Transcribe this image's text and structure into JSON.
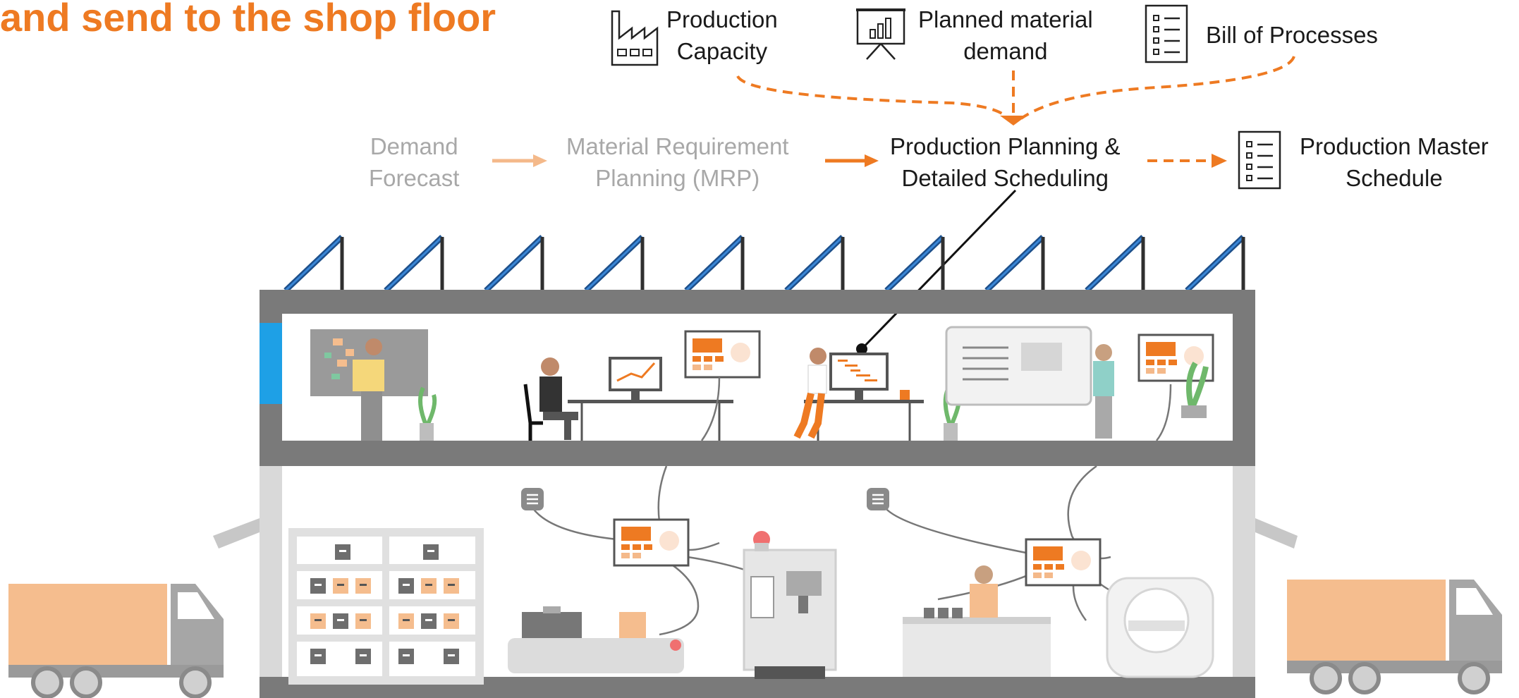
{
  "title": "and send to the shop floor",
  "inputs": {
    "capacity": [
      "Production",
      "Capacity"
    ],
    "material": [
      "Planned material",
      "demand"
    ],
    "bop": "Bill of Processes"
  },
  "flow": {
    "demand": [
      "Demand",
      "Forecast"
    ],
    "mrp": [
      "Material Requirement",
      "Planning (MRP)"
    ],
    "ppds": [
      "Production Planning &",
      "Detailed Scheduling"
    ],
    "pms": [
      "Production Master",
      "Schedule"
    ]
  },
  "icons": {
    "capacity": "factory-icon",
    "material": "presentation-chart-icon",
    "bop": "checklist-icon",
    "pms": "checklist-icon"
  },
  "colors": {
    "accent": "#ee7a22",
    "muted": "#a8a8a8",
    "muted_arrow": "#f4b98a",
    "building": "#7a7a7a",
    "truck_box": "#f5bd8e",
    "solar": "#2a6fb5"
  }
}
